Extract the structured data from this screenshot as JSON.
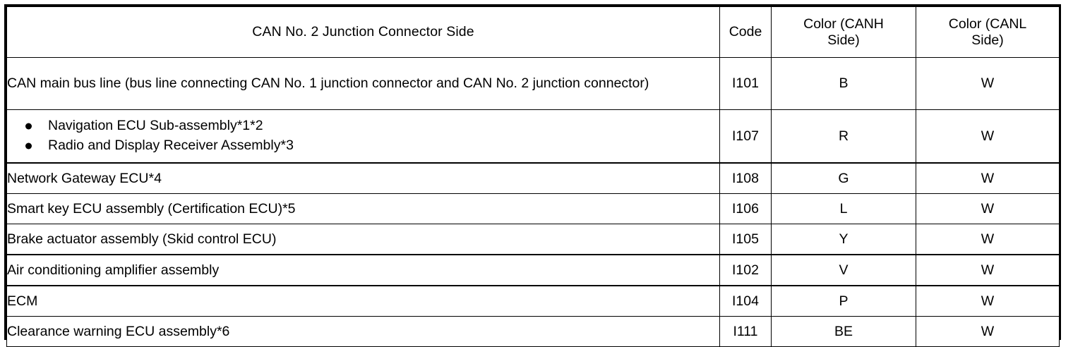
{
  "table": {
    "headers": {
      "description": "CAN No. 2 Junction Connector Side",
      "code": "Code",
      "color_canh": "Color (CANH Side)",
      "color_canh_line1": "Color (CANH",
      "color_canh_line2": "Side)",
      "color_canl": "Color (CANL Side)",
      "color_canl_line1": "Color (CANL",
      "color_canl_line2": "Side)"
    },
    "rows": [
      {
        "description": "CAN main bus line (bus line connecting CAN No. 1 junction connector and CAN No. 2 junction connector)",
        "code": "I101",
        "color_canh": "B",
        "color_canl": "W"
      },
      {
        "description": "Navigation ECU Sub-assembly*1*2 / Radio and Display Receiver Assembly*3",
        "bullets": [
          "Navigation ECU Sub-assembly*1*2",
          "Radio and Display Receiver Assembly*3"
        ],
        "code": "I107",
        "color_canh": "R",
        "color_canl": "W"
      },
      {
        "description": "Network Gateway ECU*4",
        "code": "I108",
        "color_canh": "G",
        "color_canl": "W"
      },
      {
        "description": "Smart key ECU assembly (Certification ECU)*5",
        "code": "I106",
        "color_canh": "L",
        "color_canl": "W"
      },
      {
        "description": "Brake actuator assembly (Skid control ECU)",
        "code": "I105",
        "color_canh": "Y",
        "color_canl": "W"
      },
      {
        "description": "Air conditioning amplifier assembly",
        "code": "I102",
        "color_canh": "V",
        "color_canl": "W"
      },
      {
        "description": "ECM",
        "code": "I104",
        "color_canh": "P",
        "color_canl": "W"
      },
      {
        "description": "Clearance warning ECU assembly*6",
        "code": "I111",
        "color_canh": "BE",
        "color_canl": "W"
      }
    ]
  },
  "colors": {
    "border": "#000000",
    "text": "#000000",
    "background": "#ffffff"
  }
}
